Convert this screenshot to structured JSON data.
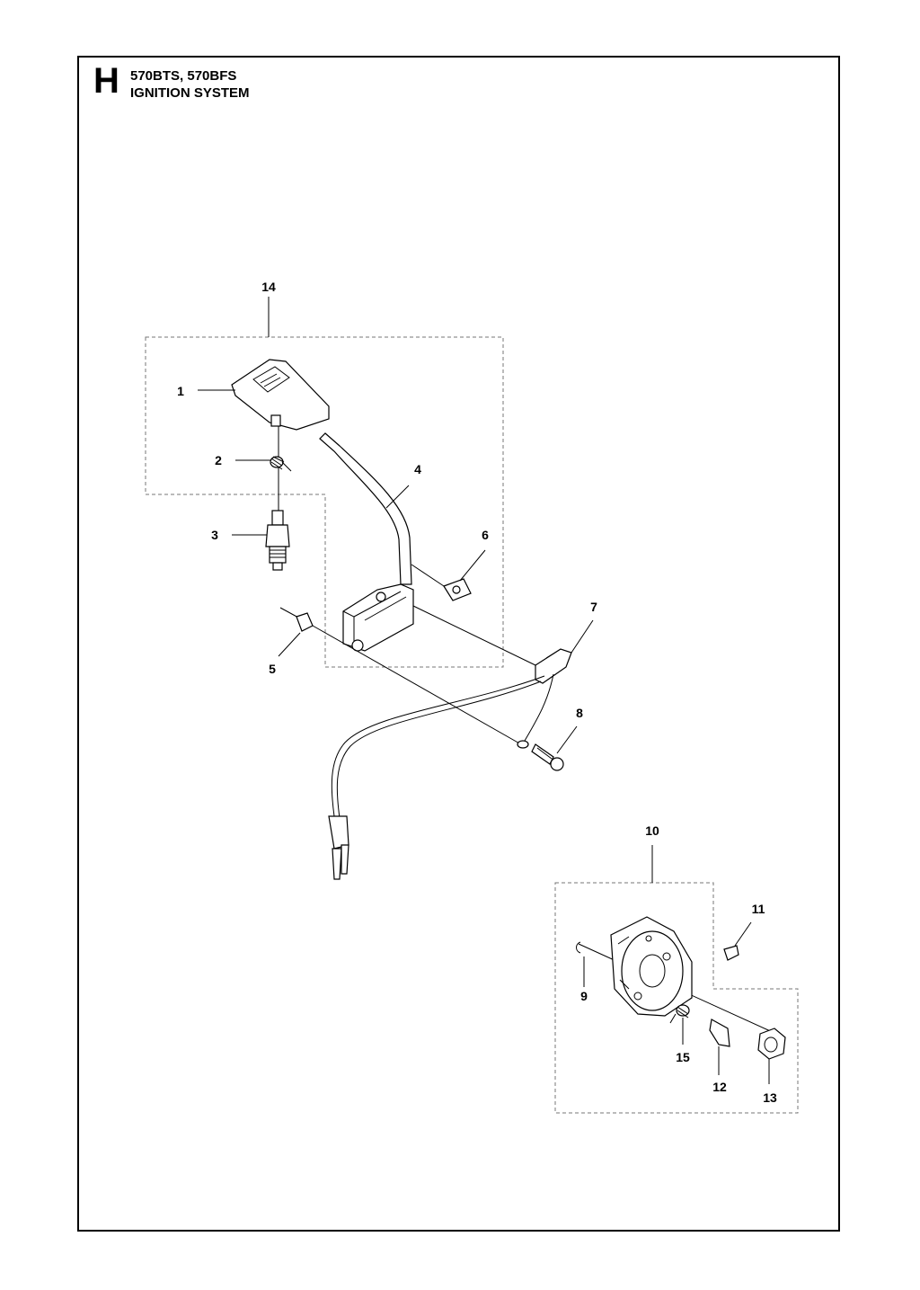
{
  "header": {
    "section_letter": "H",
    "models": "570BTS, 570BFS",
    "title": "IGNITION SYSTEM"
  },
  "callouts": [
    "14",
    "1",
    "2",
    "3",
    "4",
    "6",
    "5",
    "7",
    "8",
    "10",
    "11",
    "9",
    "15",
    "12",
    "13"
  ]
}
